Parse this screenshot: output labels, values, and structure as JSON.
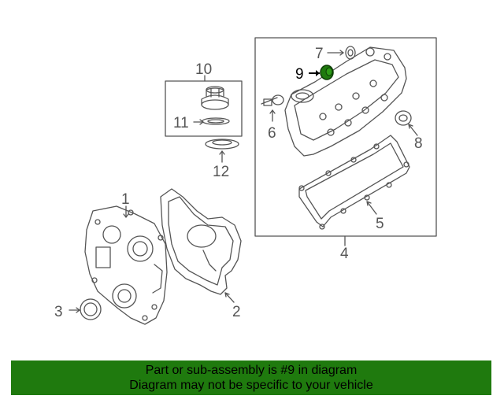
{
  "diagram": {
    "callouts": {
      "c1": "1",
      "c2": "2",
      "c3": "3",
      "c4": "4",
      "c5": "5",
      "c6": "6",
      "c7": "7",
      "c8": "8",
      "c9": "9",
      "c10": "10",
      "c11": "11",
      "c12": "12"
    },
    "highlighted_callout": "9",
    "colors": {
      "line": "#555555",
      "highlight_part": "#1f7a0e",
      "banner": "#1f7a0e"
    }
  },
  "banner": {
    "line1": "Part or sub-assembly is #9 in diagram",
    "line2": "Diagram may not be specific to your vehicle"
  }
}
